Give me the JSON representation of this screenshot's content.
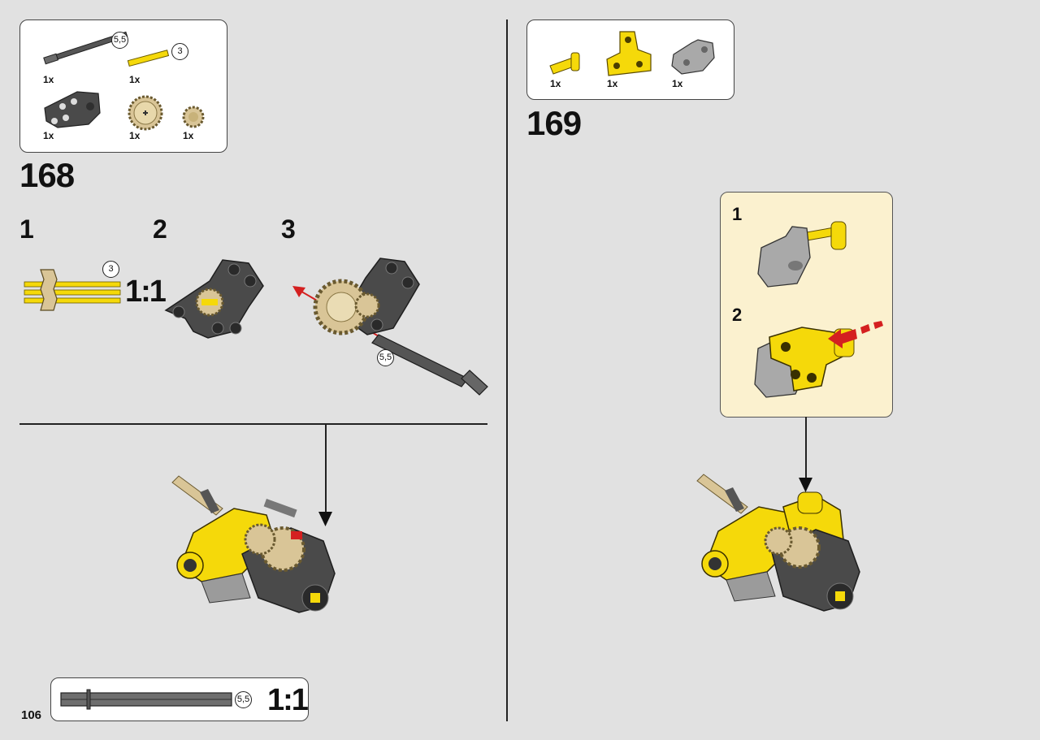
{
  "page_number": "106",
  "colors": {
    "background": "#e1e1e1",
    "yellow": "#f5d90a",
    "dark_gray": "#4a4a4a",
    "light_gray": "#a9a9a9",
    "tan": "#d9c597",
    "red_arrow": "#d42020",
    "callout_bg": "#fbf1cf"
  },
  "step168": {
    "number": "168",
    "parts": [
      {
        "icon": "axle-5.5-icon",
        "qty": "1x",
        "size_label": "5,5"
      },
      {
        "icon": "axle-3-yellow-icon",
        "qty": "1x",
        "size_label": "3"
      },
      {
        "icon": "steering-bracket-icon",
        "qty": "1x"
      },
      {
        "icon": "gear-20-tooth-icon",
        "qty": "1x"
      },
      {
        "icon": "gear-12-tooth-icon",
        "qty": "1x"
      }
    ],
    "substeps": [
      "1",
      "2",
      "3"
    ],
    "axle3_label": "3",
    "ratio_label": "1:1",
    "axle55_label": "5,5",
    "footer_axle_label": "5,5",
    "footer_ratio_label": "1:1"
  },
  "step169": {
    "number": "169",
    "parts": [
      {
        "icon": "axle-pin-yellow-icon",
        "qty": "1x"
      },
      {
        "icon": "t-beam-yellow-icon",
        "qty": "1x"
      },
      {
        "icon": "bracket-gray-icon",
        "qty": "1x"
      }
    ],
    "callout_substeps": [
      "1",
      "2"
    ]
  }
}
